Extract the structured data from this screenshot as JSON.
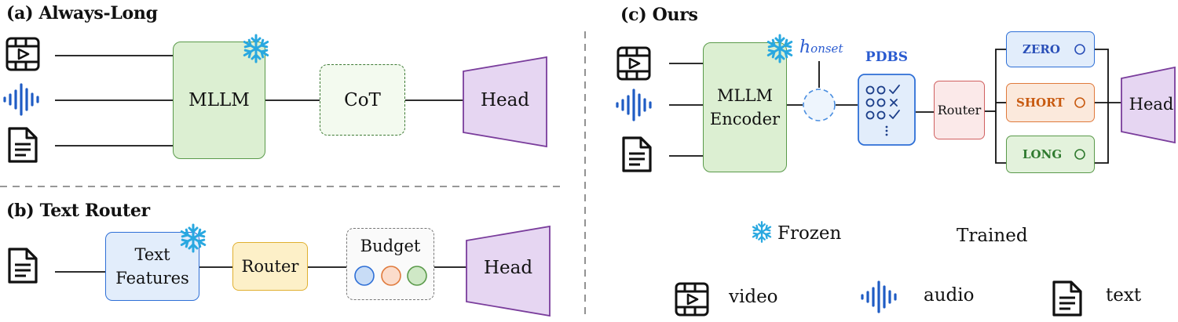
{
  "panel_a": {
    "title": "(a) Always-Long",
    "mllm": "MLLM",
    "cot": "CoT",
    "head": "Head"
  },
  "panel_b": {
    "title": "(b) Text Router",
    "features_line1": "Text",
    "features_line2": "Features",
    "router": "Router",
    "budget": "Budget",
    "head": "Head"
  },
  "panel_c": {
    "title": "(c) Ours",
    "encoder_line1": "MLLM",
    "encoder_line2": "Encoder",
    "h_main": "h",
    "h_sub": "onset",
    "pdbs": "PDBS",
    "router": "Router",
    "option_zero": "ZERO",
    "option_short": "SHORT",
    "option_long": "LONG",
    "head": "Head"
  },
  "legend": {
    "frozen": "Frozen",
    "trained": "Trained",
    "video": "video",
    "audio": "audio",
    "text": "text"
  },
  "colors": {
    "green_fill": "#dcefd2",
    "green_stroke": "#5a9a4a",
    "purple_fill": "#e6d6f2",
    "purple_stroke": "#7a3d9c",
    "blue_fill": "#e2edfb",
    "blue_stroke": "#2e6fd6",
    "yellow_fill": "#fdf0c8",
    "yellow_stroke": "#e0b030",
    "red_stroke": "#d06060",
    "orange_fill": "#fbe9dc",
    "orange_stroke": "#e07a3c",
    "zero_text": "#2a4fb8",
    "short_text": "#c85a10",
    "long_text": "#2f7a2f",
    "snowflake": "#29a8e0",
    "pdbs_text": "#2a5bd0"
  }
}
